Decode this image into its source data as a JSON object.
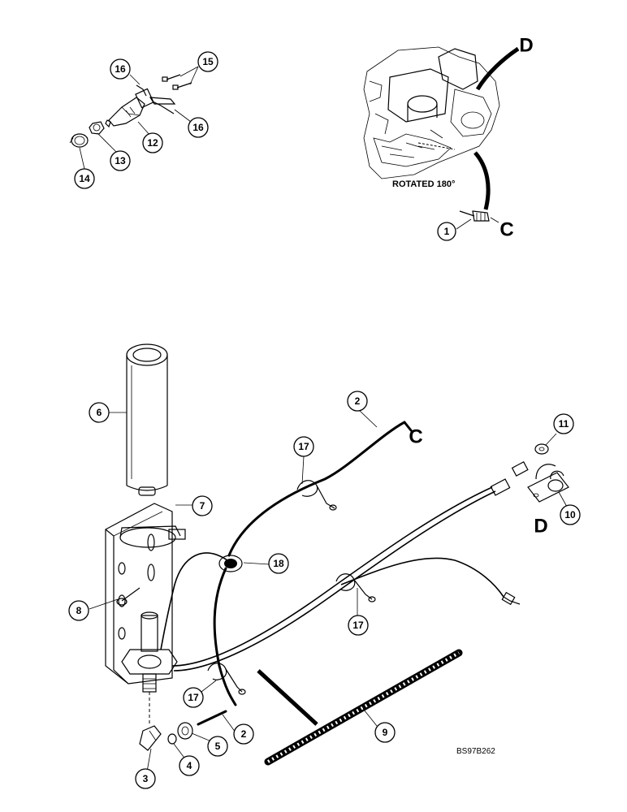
{
  "callouts": {
    "c1": "1",
    "c2a": "2",
    "c2b": "2",
    "c3": "3",
    "c4": "4",
    "c5": "5",
    "c6": "6",
    "c7": "7",
    "c8": "8",
    "c9": "9",
    "c10": "10",
    "c11": "11",
    "c12": "12",
    "c13": "13",
    "c14": "14",
    "c15": "15",
    "c16a": "16",
    "c16b": "16",
    "c17a": "17",
    "c17b": "17",
    "c17c": "17",
    "c18": "18"
  },
  "letters": {
    "d_engine": "D",
    "c_engine": "C",
    "c_cable": "C",
    "d_switch": "D"
  },
  "notes": {
    "rotated": "ROTATED 180°",
    "figure_code": "BS97B262"
  },
  "icons": [
    "engine-block-icon",
    "sensor-icon",
    "bottle-icon",
    "bracket-icon",
    "harness-icon",
    "conduit-icon",
    "switch-icon"
  ]
}
